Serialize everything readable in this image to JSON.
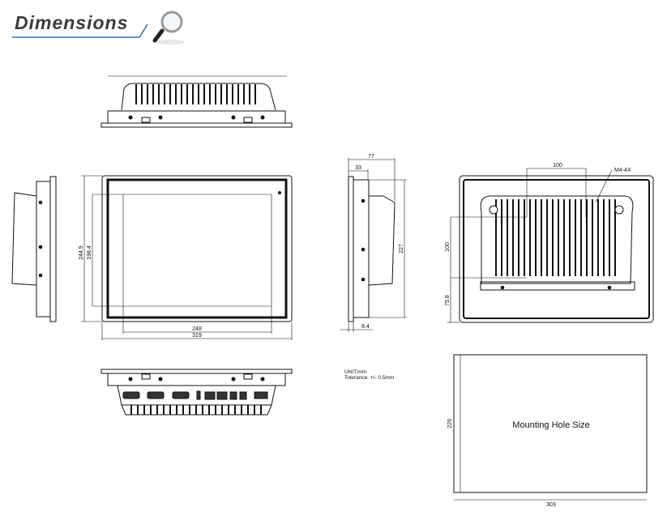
{
  "header": {
    "title": "Dimensions",
    "icon": "magnifier-icon"
  },
  "front_view": {
    "overall_height": "244.9",
    "active_height": "198.4",
    "active_width": "248",
    "overall_width": "319"
  },
  "side_view": {
    "total_depth": "77",
    "body_depth": "33",
    "height": "227",
    "flange": "8.4"
  },
  "back_view": {
    "vesa_horizontal": "100",
    "screw_note": "M4-4X",
    "vesa_vertical": "100",
    "bottom_offset": "75.8"
  },
  "notes": {
    "unit": "UNIT:mm",
    "tolerance": "Tolerance:  +/-  0.5mm"
  },
  "mounting_hole": {
    "label": "Mounting Hole Size",
    "height": "229",
    "width": "303"
  }
}
